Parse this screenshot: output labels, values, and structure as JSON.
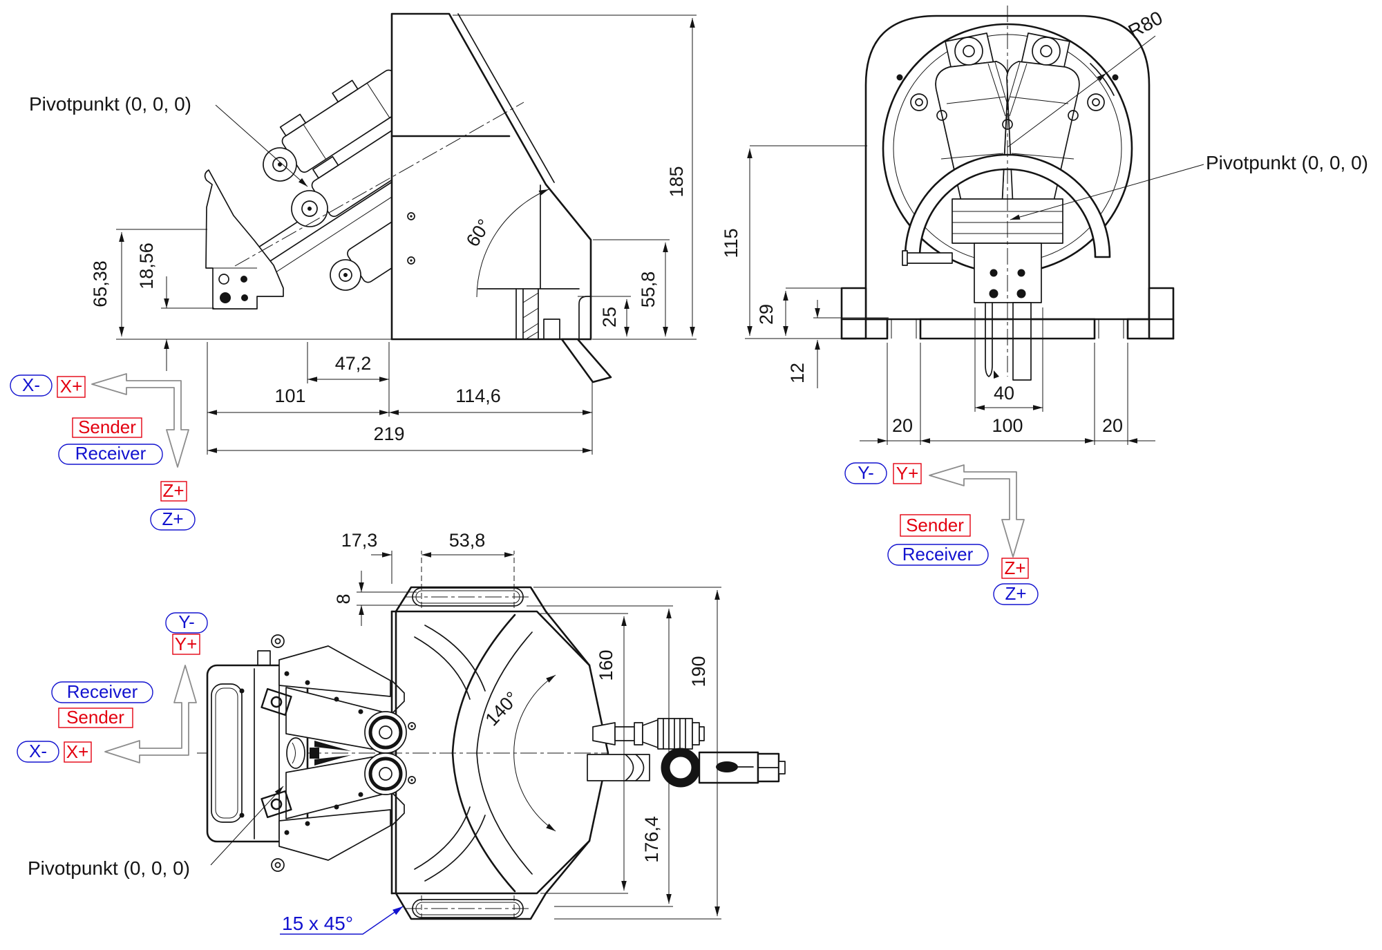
{
  "colors": {
    "red": "#e3000f",
    "blue": "#1212cf",
    "gray": "#8c8c8c",
    "ink": "#141414"
  },
  "side_view": {
    "pivot_label": "Pivotpunkt (0, 0, 0)",
    "angle_label": "60°",
    "dims": {
      "height_total": "185",
      "bracket_height": "65,38",
      "bracket_step": "18,56",
      "foot_offset": "47,2",
      "left_span": "101",
      "right_span": "114,6",
      "total_span": "219",
      "foot_height": "25",
      "notch_height": "55,8"
    },
    "axis": {
      "x_minus": "X-",
      "x_plus": "X+",
      "z_plus_a": "Z+",
      "z_plus_b": "Z+",
      "sender": "Sender",
      "receiver": "Receiver"
    }
  },
  "front_view": {
    "pivot_label": "Pivotpunkt (0, 0, 0)",
    "radius_label": "R80",
    "dims": {
      "center_height": "115",
      "base_height": "29",
      "slot_depth": "12",
      "probe_width": "40",
      "slot_left": "20",
      "base_span": "100",
      "slot_right": "20"
    },
    "axis": {
      "y_minus": "Y-",
      "y_plus": "Y+",
      "z_plus_a": "Z+",
      "z_plus_b": "Z+",
      "sender": "Sender",
      "receiver": "Receiver"
    }
  },
  "top_view": {
    "pivot_label": "Pivotpunkt (0, 0, 0)",
    "chamfer_label": "15 x 45°",
    "angle_label": "140°",
    "dims": {
      "edge_to_slot": "17,3",
      "slot_span": "53,8",
      "slot_width": "8",
      "body_width": "160",
      "overall_width": "190",
      "slot_center_span": "176,4"
    },
    "axis": {
      "y_minus": "Y-",
      "y_plus": "Y+",
      "x_minus": "X-",
      "x_plus": "X+",
      "sender": "Sender",
      "receiver": "Receiver"
    }
  }
}
